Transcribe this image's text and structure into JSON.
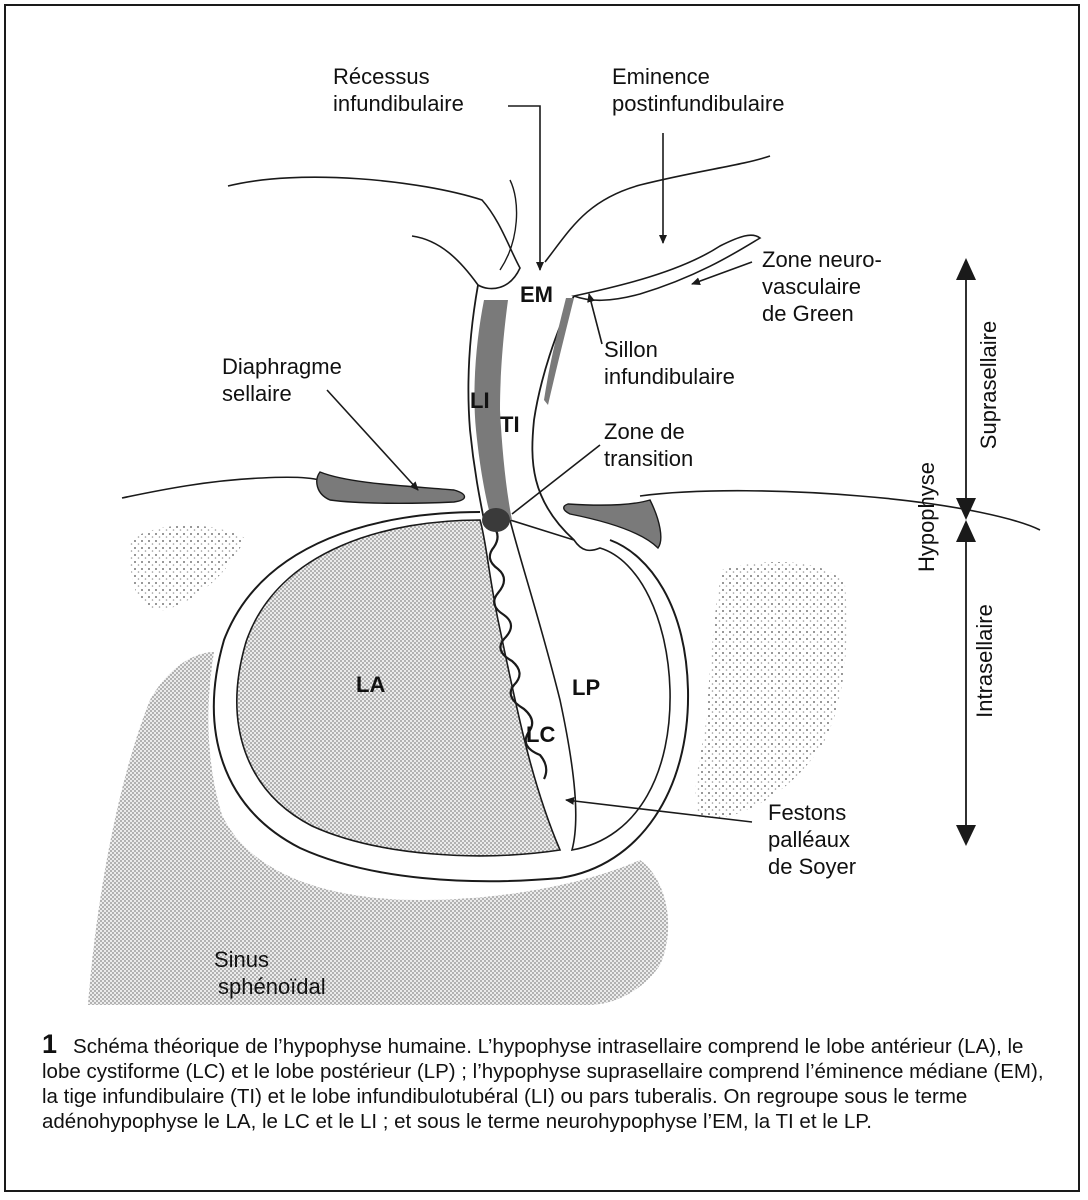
{
  "figure": {
    "labels": {
      "recessus": [
        "Récessus",
        "infundibulaire"
      ],
      "eminence": [
        "Eminence",
        "postinfundibulaire"
      ],
      "zone_neuro": [
        "Zone neuro-",
        "vasculaire",
        "de Green"
      ],
      "sillon": [
        "Sillon",
        "infundibulaire"
      ],
      "diaphragme": [
        "Diaphragme",
        "sellaire"
      ],
      "zone_transition": [
        "Zone de",
        "transition"
      ],
      "festons": [
        "Festons",
        "palléaux",
        "de Soyer"
      ],
      "sinus": [
        "Sinus",
        "sphénoïdal"
      ]
    },
    "abbreviations": {
      "em": "EM",
      "li": "LI",
      "ti": "TI",
      "la": "LA",
      "lp": "LP",
      "lc": "LC"
    },
    "axis": {
      "suprasellaire": "Suprasellaire",
      "hypophyse": "Hypophyse",
      "intrasellaire": "Intrasellaire"
    }
  },
  "caption": {
    "number": "1",
    "text": "Schéma théorique de l’hypophyse humaine. L’hypophyse intrasellaire comprend le lobe antérieur (LA), le lobe cystiforme (LC) et le lobe postérieur (LP) ; l’hypophyse suprasellaire comprend l’éminence médiane (EM), la tige infundibulaire (TI) et le lobe infundibulotubéral (LI) ou pars tuberalis. On regroupe sous le terme adénohypophyse le LA, le LC et le LI ; et sous le terme neurohypophyse l’EM, la TI et le LP."
  },
  "colors": {
    "line": "#1a1a1a",
    "bone_fill": "#c9c9c9",
    "lobe_fill": "#cfcfcf",
    "dark_fill": "#7a7a7a"
  }
}
